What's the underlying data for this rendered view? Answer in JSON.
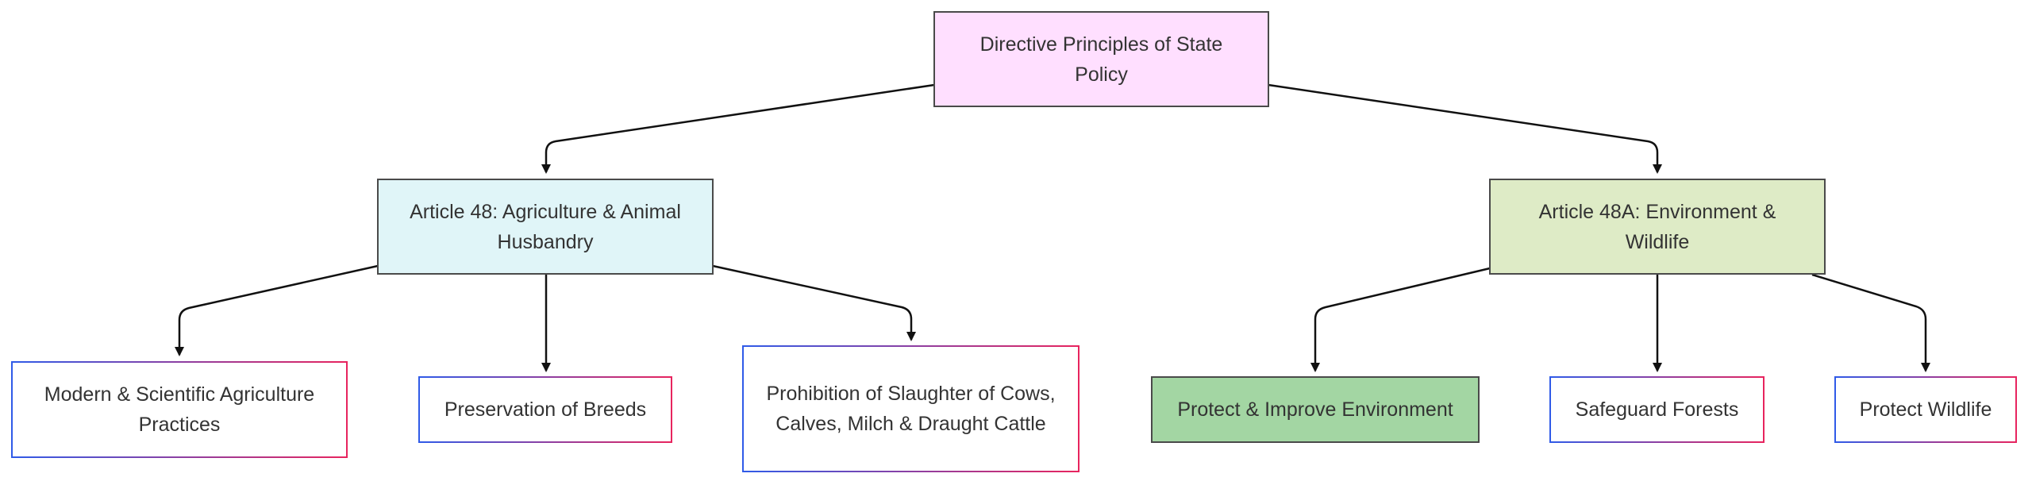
{
  "diagram": {
    "root": {
      "label": "Directive Principles of State Policy",
      "fill": "#ffdfff"
    },
    "article48": {
      "label": "Article 48: Agriculture & Animal Husbandry",
      "fill": "#e0f5f8",
      "children": [
        {
          "label": "Modern & Scientific Agriculture Practices"
        },
        {
          "label": "Preservation of Breeds"
        },
        {
          "label": "Prohibition of Slaughter of Cows, Calves, Milch & Draught Cattle"
        }
      ]
    },
    "article48a": {
      "label": "Article 48A: Environment & Wildlife",
      "fill": "#deebc6",
      "children": [
        {
          "label": "Protect & Improve Environment",
          "fill": "#a3d6a3"
        },
        {
          "label": "Safeguard Forests"
        },
        {
          "label": "Protect Wildlife"
        }
      ]
    },
    "colors": {
      "edge": "#111111",
      "border_dark": "#4a4a4a",
      "gradient_start": "#2f5be8",
      "gradient_end": "#e8245e"
    }
  }
}
